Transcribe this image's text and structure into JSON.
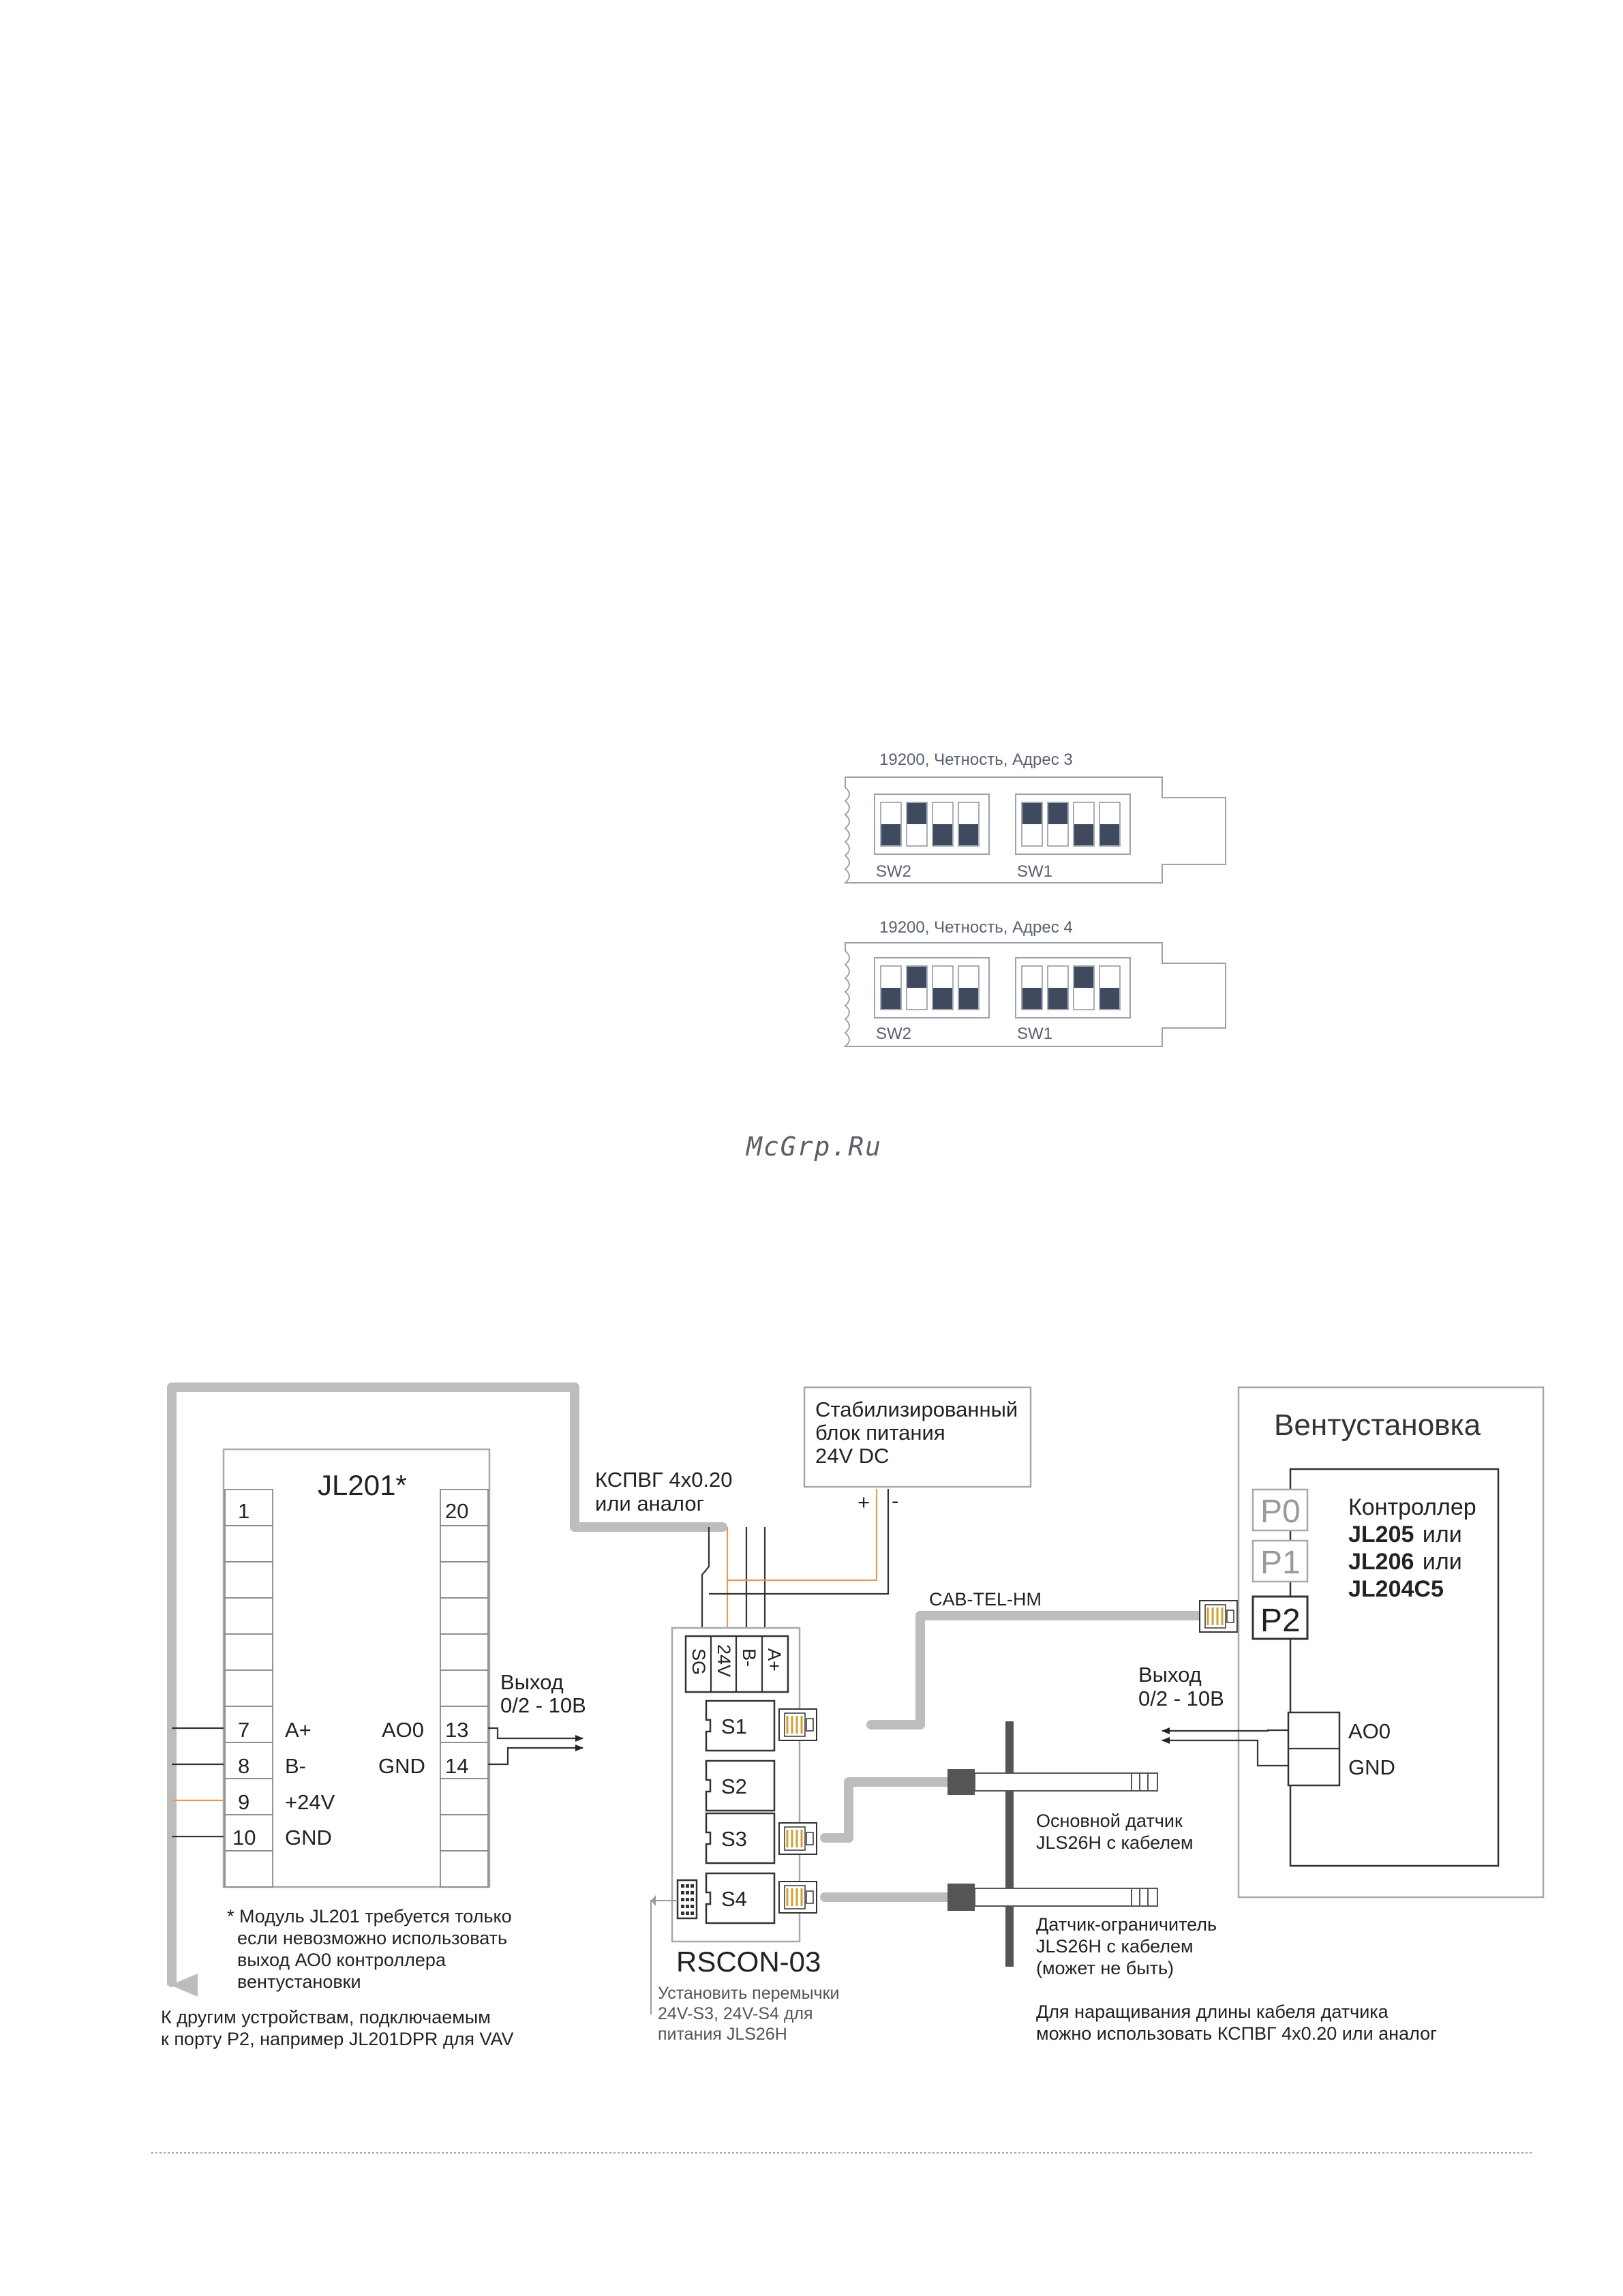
{
  "watermark": "McGrp.Ru",
  "dip": {
    "panel1": {
      "caption": "19200, Четность, Адрес 3",
      "sw2_label": "SW2",
      "sw1_label": "SW1",
      "sw2": [
        false,
        true,
        false,
        false
      ],
      "sw1": [
        true,
        true,
        false,
        false
      ]
    },
    "panel2": {
      "caption": "19200, Четность, Адрес 4",
      "sw2_label": "SW2",
      "sw1_label": "SW1",
      "sw2": [
        false,
        true,
        false,
        false
      ],
      "sw1": [
        false,
        false,
        true,
        false
      ]
    }
  },
  "jl201": {
    "title": "JL201*",
    "left_top": "1",
    "right_top": "20",
    "pins_left": [
      {
        "num": "7",
        "name": "A+"
      },
      {
        "num": "8",
        "name": "B-"
      },
      {
        "num": "9",
        "name": "+24V"
      },
      {
        "num": "10",
        "name": "GND"
      }
    ],
    "pins_right": [
      {
        "num": "13",
        "name": "AO0"
      },
      {
        "num": "14",
        "name": "GND"
      }
    ],
    "output": [
      "Выход",
      "0/2 - 10В"
    ],
    "note": [
      "* Модуль JL201 требуется только",
      "если невозможно использовать",
      "выход АО0 контроллера",
      "вентустановки"
    ]
  },
  "cable_main": [
    "КСПВГ 4х0.20",
    "или аналог"
  ],
  "psu": {
    "lines": [
      "Стабилизированный",
      "блок питания",
      "24V DC"
    ],
    "plus": "+",
    "minus": "-"
  },
  "rscon": {
    "name": "RSCON-03",
    "terminals": [
      "SG",
      "24V",
      "B-",
      "A+"
    ],
    "ports": [
      "S1",
      "S2",
      "S3",
      "S4"
    ],
    "note": [
      "Установить перемычки",
      "24V-S3, 24V-S4 для",
      "питания JLS26H"
    ]
  },
  "cab_label": "CAB-TEL-HM",
  "vent": {
    "title": "Вентустановка",
    "ports": [
      "P0",
      "P1",
      "P2"
    ],
    "controller_prefix": "Контроллер",
    "models": [
      "JL205",
      "JL206",
      "JL204C5"
    ],
    "joiner": "или",
    "ao": "AO0",
    "gnd": "GND",
    "output": [
      "Выход",
      "0/2 - 10В"
    ]
  },
  "sensor_main": [
    "Основной датчик",
    "JLS26H с кабелем"
  ],
  "sensor_limit": [
    "Датчик-ограничитель",
    "JLS26H с кабелем",
    "(может не быть)"
  ],
  "extend_note": [
    "Для наращивания длины кабеля датчика",
    "можно использовать КСПВГ 4х0.20 или аналог"
  ],
  "other_devices": [
    "К другим устройствам, подключаемым",
    "к порту P2, например JL201DPR для VAV"
  ]
}
